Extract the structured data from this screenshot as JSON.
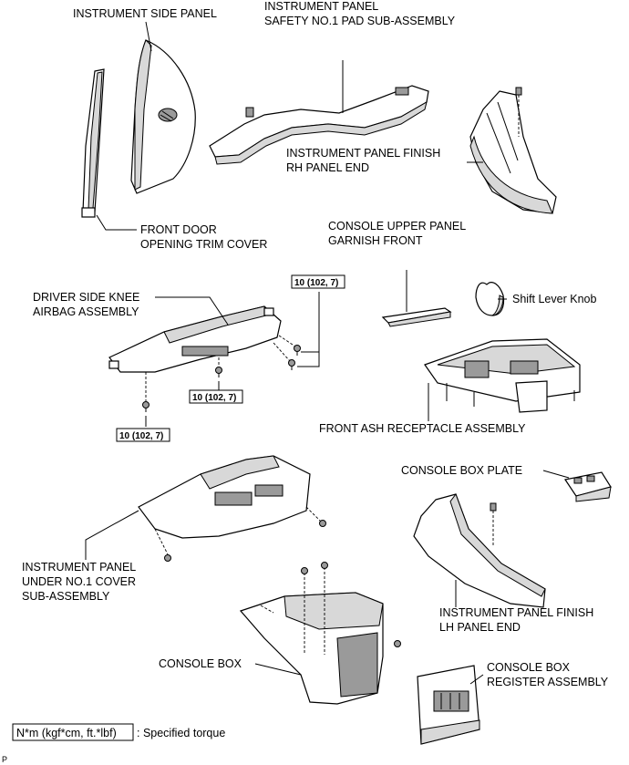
{
  "labels": {
    "instrument_side_panel": "INSTRUMENT SIDE PANEL",
    "safety_pad_l1": "INSTRUMENT PANEL",
    "safety_pad_l2": "SAFETY NO.1 PAD SUB-ASSEMBLY",
    "rh_panel_end_l1": "INSTRUMENT PANEL FINISH",
    "rh_panel_end_l2": "RH PANEL END",
    "front_door_l1": "FRONT DOOR",
    "front_door_l2": "OPENING TRIM COVER",
    "console_upper_l1": "CONSOLE UPPER PANEL",
    "console_upper_l2": "GARNISH FRONT",
    "knee_airbag_l1": "DRIVER SIDE KNEE",
    "knee_airbag_l2": "AIRBAG ASSEMBLY",
    "shift_lever_knob": "Shift Lever Knob",
    "front_ash": "FRONT ASH RECEPTACLE ASSEMBLY",
    "console_box_plate": "CONSOLE BOX PLATE",
    "under_cover_l1": "INSTRUMENT PANEL",
    "under_cover_l2": "UNDER NO.1 COVER",
    "under_cover_l3": "SUB-ASSEMBLY",
    "lh_panel_end_l1": "INSTRUMENT PANEL FINISH",
    "lh_panel_end_l2": "LH PANEL END",
    "console_box": "CONSOLE BOX",
    "register_l1": "CONSOLE BOX",
    "register_l2": "REGISTER ASSEMBLY"
  },
  "torque_labels": {
    "t1": "10 (102, 7)",
    "t2": "10 (102, 7)",
    "t3": "10 (102, 7)"
  },
  "legend": {
    "unit": "N*m (kgf*cm, ft.*lbf)",
    "text": ": Specified torque"
  },
  "corner_mark": "P"
}
